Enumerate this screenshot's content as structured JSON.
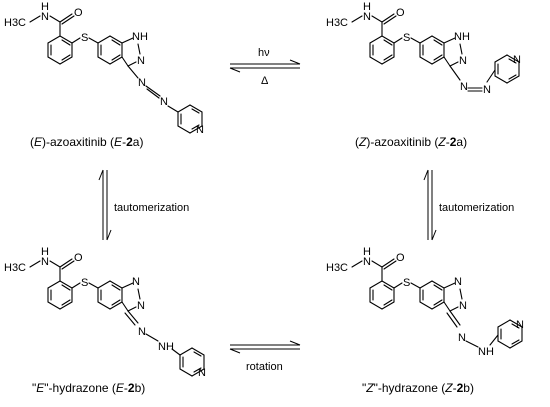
{
  "atoms": {
    "H3C": "H3C",
    "N": "N",
    "H": "H",
    "O": "O",
    "S": "S",
    "NH": "NH",
    "N_ring": "N"
  },
  "molecules": [
    {
      "id": "E-2a",
      "label": {
        "pre": "(",
        "stereo": "E",
        "mid": ")-azoaxitinib (",
        "code_stereo": "E",
        "dash": "-",
        "num": "2",
        "suffix": "a",
        "close": ")"
      }
    },
    {
      "id": "Z-2a",
      "label": {
        "pre": "(",
        "stereo": "Z",
        "mid": ")-azoaxitinib (",
        "code_stereo": "Z",
        "dash": "-",
        "num": "2",
        "suffix": "a",
        "close": ")"
      }
    },
    {
      "id": "E-2b",
      "label": {
        "pre": "\"",
        "stereo": "E",
        "mid": "\"-hydrazone (",
        "code_stereo": "E",
        "dash": "-",
        "num": "2",
        "suffix": "b",
        "close": ")"
      }
    },
    {
      "id": "Z-2b",
      "label": {
        "pre": "\"",
        "stereo": "Z",
        "mid": "\"-hydrazone (",
        "code_stereo": "Z",
        "dash": "-",
        "num": "2",
        "suffix": "b",
        "close": ")"
      }
    }
  ],
  "conditions": {
    "top_forward": "hν",
    "top_reverse": "Δ",
    "left_vertical": "tautomerization",
    "right_vertical": "tautomerization",
    "bottom": "rotation"
  }
}
